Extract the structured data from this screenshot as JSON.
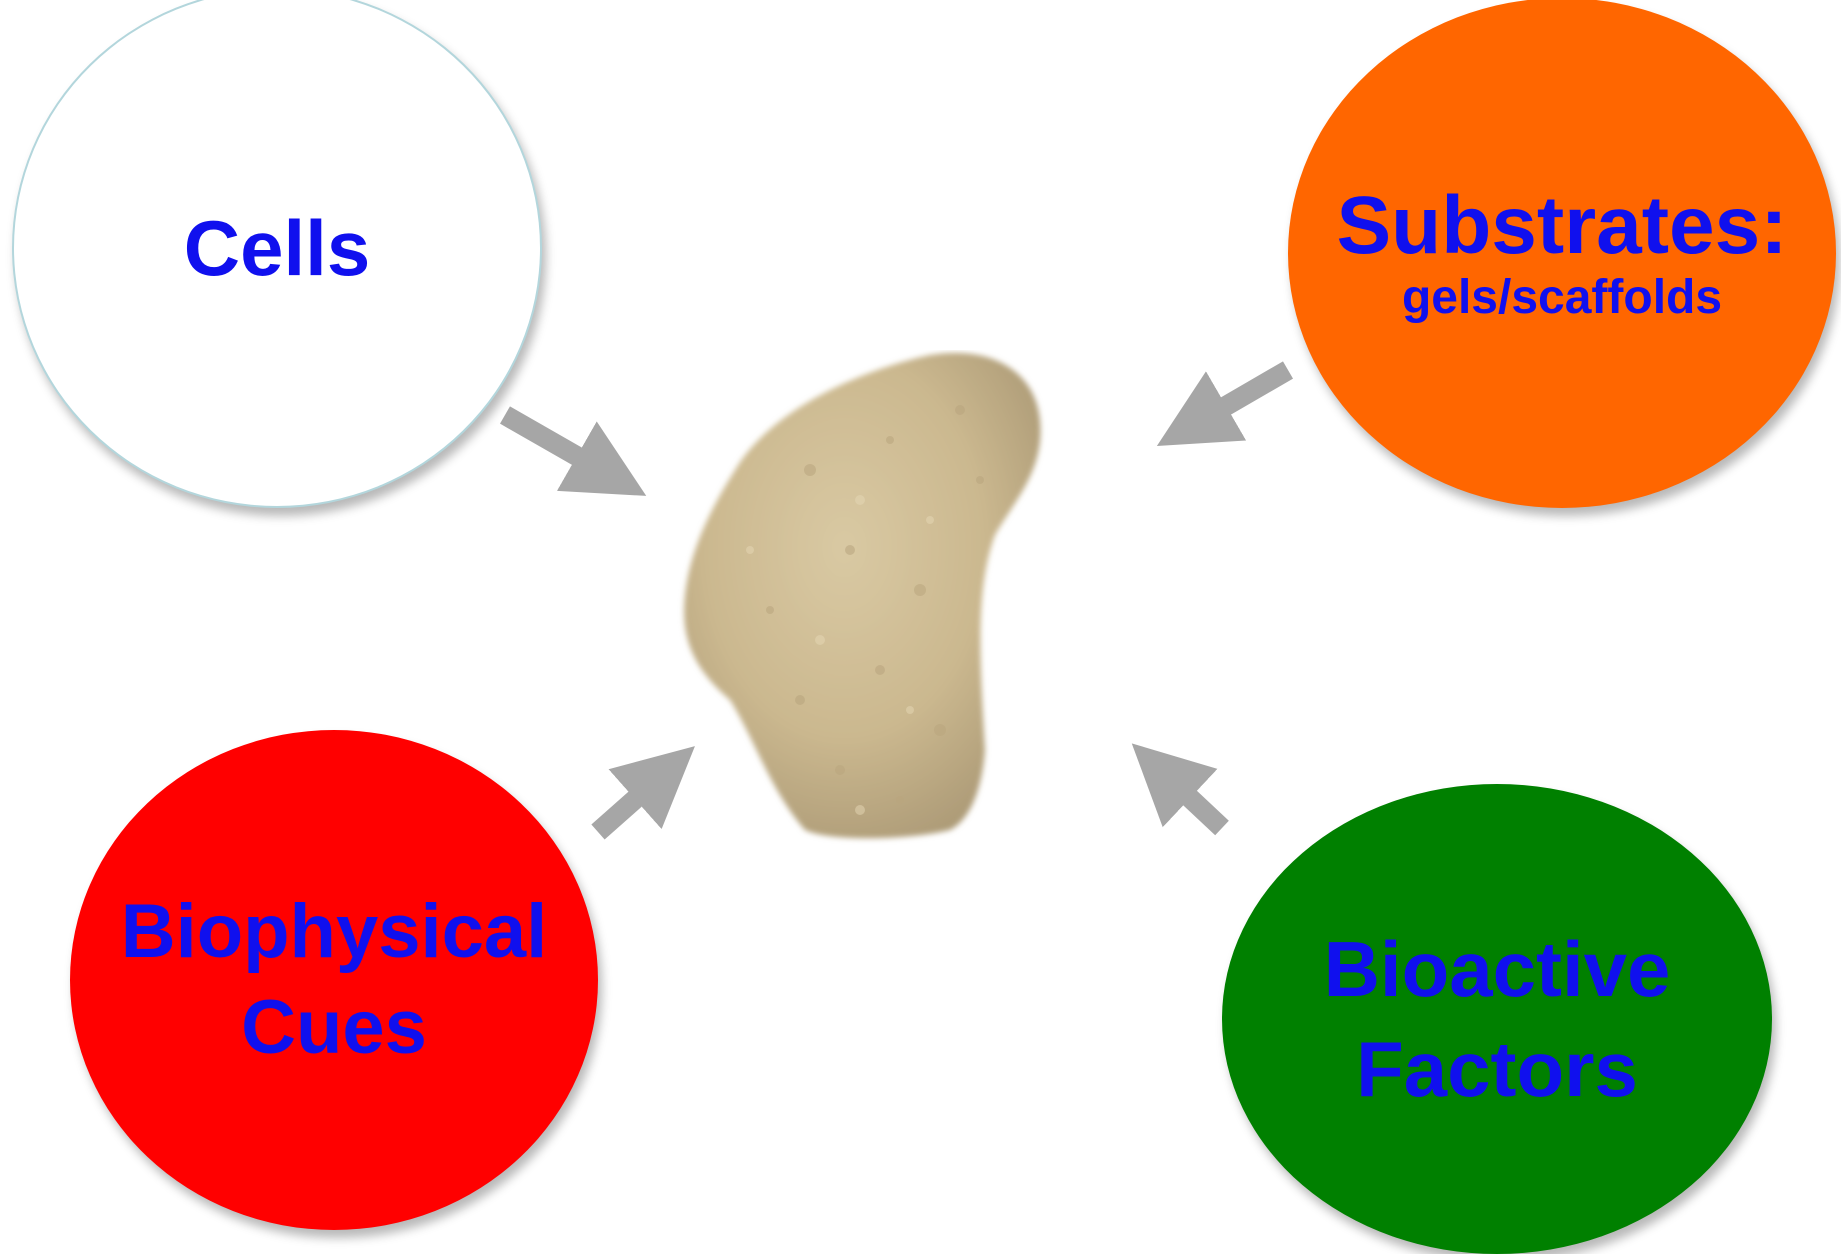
{
  "nodes": {
    "cells": {
      "label": "Cells",
      "color": "#ffffff"
    },
    "substrates": {
      "label": "Substrates:",
      "sublabel": "gels/scaffolds",
      "color": "#ff6600"
    },
    "biophysical": {
      "line1": "Biophysical",
      "line2": "Cues",
      "color": "#ff0000"
    },
    "bioactive": {
      "line1": "Bioactive",
      "line2": "Factors",
      "color": "#008000"
    }
  },
  "text_color": "#1010ee",
  "arrow_color": "#a6a6a6",
  "center_image": {
    "subject": "porous scaffold"
  }
}
